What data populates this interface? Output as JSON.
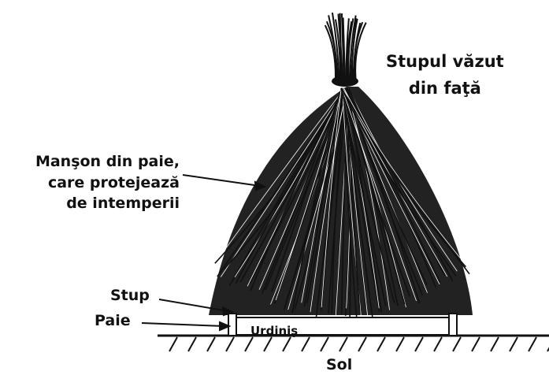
{
  "diagram": {
    "title_line1": "Stupul văzut",
    "title_line2": "din faţă",
    "mantle_line1": "Manşon din paie,",
    "mantle_line2": "care protejează",
    "mantle_line3": "de intemperii",
    "hive_label": "Stup",
    "straw_label": "Paie",
    "entrance_label": "Urdiniş",
    "soil_label": "Sol"
  },
  "colors": {
    "ink": "#111111",
    "background": "#ffffff"
  }
}
